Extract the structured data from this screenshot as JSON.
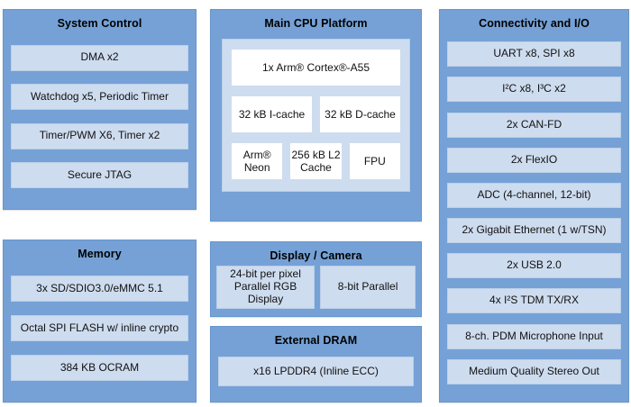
{
  "palette": {
    "block_fill": "#75a1d6",
    "item_fill": "#cedcef",
    "cell_fill": "#ffffff",
    "title_text": "#000000",
    "item_text": "#111111",
    "page_bg": "#ffffff"
  },
  "blocks": {
    "system_control": {
      "title": "System Control",
      "items": [
        "DMA x2",
        "Watchdog x5, Periodic Timer",
        "Timer/PWM X6, Timer x2",
        "Secure JTAG"
      ]
    },
    "memory": {
      "title": "Memory",
      "items": [
        "3x SD/SDIO3.0/eMMC 5.1",
        "Octal SPI FLASH w/ inline crypto",
        "384 KB OCRAM"
      ]
    },
    "cpu": {
      "title": "Main CPU Platform",
      "core": "1x Arm® Cortex®-A55",
      "row2": [
        "32 kB I-cache",
        "32 kB D-cache"
      ],
      "row3": [
        "Arm® Neon",
        "256 kB L2 Cache",
        "FPU"
      ]
    },
    "display_camera": {
      "title": "Display / Camera",
      "items": [
        "24-bit per pixel Parallel RGB Display",
        "8-bit Parallel"
      ]
    },
    "external_dram": {
      "title": "External DRAM",
      "items": [
        "x16 LPDDR4 (Inline ECC)"
      ]
    },
    "connectivity": {
      "title": "Connectivity and I/O",
      "items": [
        "UART x8, SPI x8",
        "I²C x8, I³C x2",
        "2x CAN-FD",
        "2x FlexIO",
        "ADC (4-channel, 12-bit)",
        "2x Gigabit Ethernet (1 w/TSN)",
        "2x USB 2.0",
        "4x I²S TDM TX/RX",
        "8-ch. PDM Microphone Input",
        "Medium Quality Stereo Out"
      ]
    }
  }
}
